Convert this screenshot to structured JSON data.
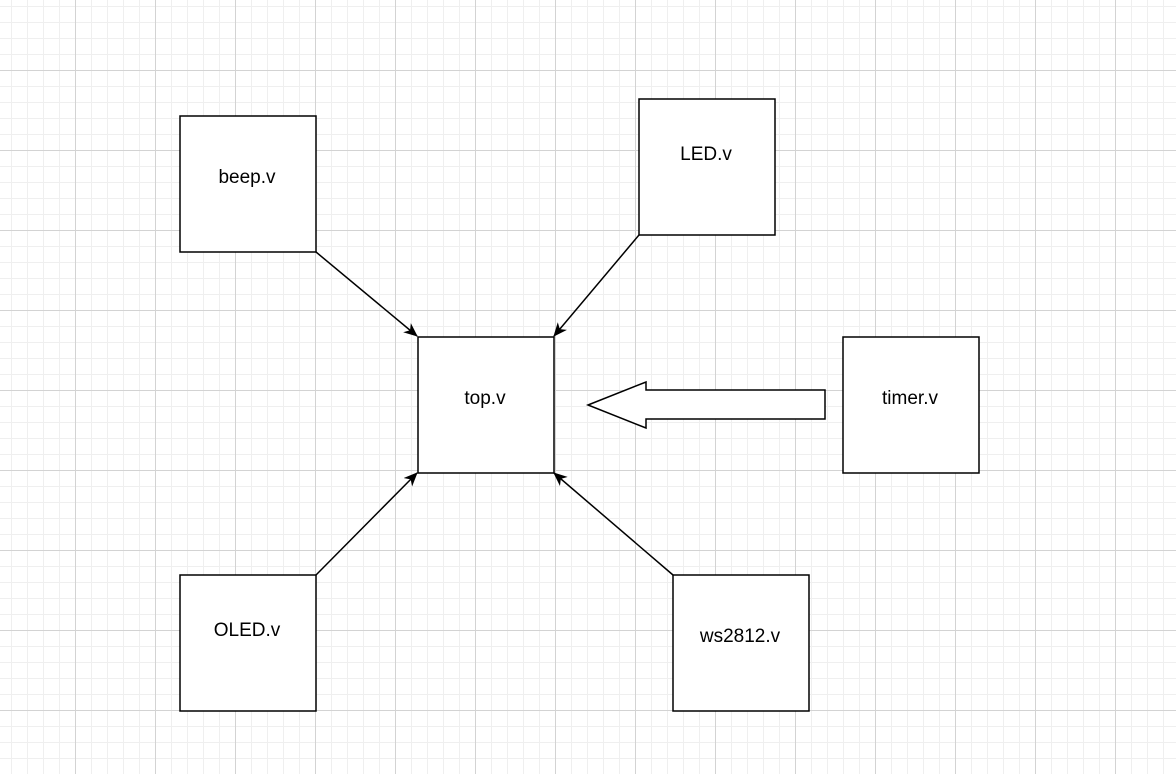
{
  "diagram": {
    "nodes": [
      {
        "id": "beep",
        "label": "beep.v"
      },
      {
        "id": "led",
        "label": "LED.v"
      },
      {
        "id": "top",
        "label": "top.v"
      },
      {
        "id": "timer",
        "label": "timer.v"
      },
      {
        "id": "oled",
        "label": "OLED.v"
      },
      {
        "id": "ws2812",
        "label": "ws2812.v"
      }
    ],
    "edges": [
      {
        "from": "beep",
        "to": "top",
        "style": "arrow"
      },
      {
        "from": "led",
        "to": "top",
        "style": "arrow"
      },
      {
        "from": "oled",
        "to": "top",
        "style": "arrow"
      },
      {
        "from": "ws2812",
        "to": "top",
        "style": "arrow"
      },
      {
        "from": "timer",
        "to": "top",
        "style": "block-arrow"
      }
    ],
    "colors": {
      "stroke": "#000000",
      "fill": "#ffffff",
      "grid_major": "#d3d3d3",
      "grid_minor": "#efefef"
    }
  }
}
